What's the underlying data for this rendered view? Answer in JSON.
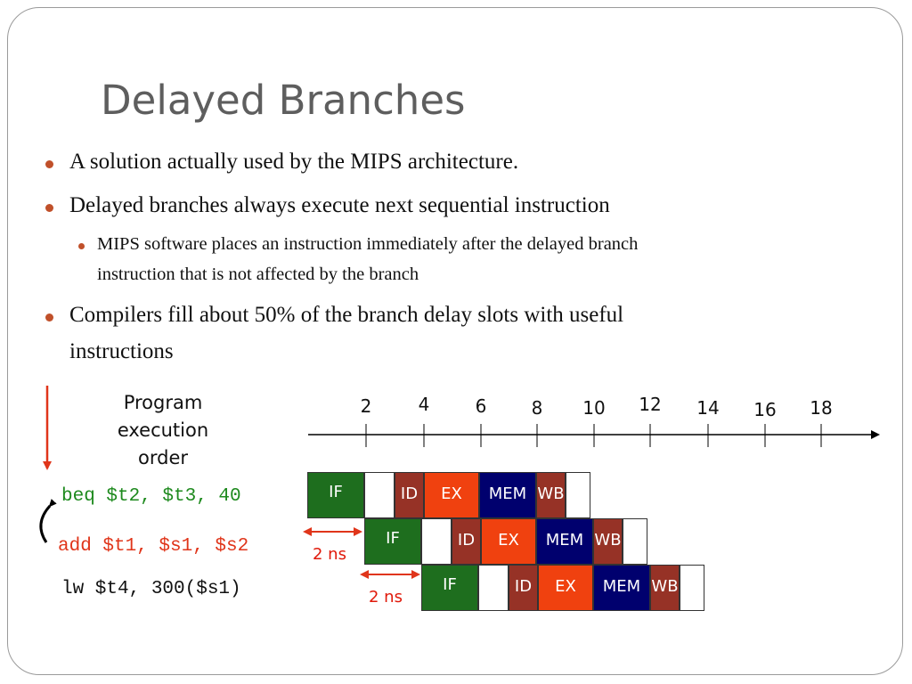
{
  "title": "Delayed Branches",
  "bullets": [
    {
      "text": "A solution actually used by the MIPS architecture."
    },
    {
      "text": "Delayed branches always execute next sequential instruction"
    },
    {
      "text_line1": "MIPS software places an instruction immediately after the delayed branch",
      "text_line2": "instruction that is not affected by the branch"
    },
    {
      "text_line1": "Compilers fill about 50% of the branch delay slots with useful",
      "text_line2": "instructions"
    }
  ],
  "order_label": {
    "line1": "Program",
    "line2": "execution",
    "line3": "order"
  },
  "instructions": [
    {
      "text": "beq $t2, $t3, 40",
      "color": "#1e8a1e"
    },
    {
      "text": "add $t1, $s1, $s2",
      "color": "#e0351a"
    },
    {
      "text": "lw $t4, 300($s1)",
      "color": "#111111"
    }
  ],
  "timeline": {
    "ticks": [
      "2",
      "4",
      "6",
      "8",
      "10",
      "12",
      "14",
      "16",
      "18"
    ]
  },
  "stages": {
    "if_label": "IF",
    "id_label": "ID",
    "ex_label": "EX",
    "mem_label": "MEM",
    "wb_label": "WB"
  },
  "delays": [
    "2 ns",
    "2 ns"
  ],
  "colors": {
    "if": "#1e6e1e",
    "id": "#963226",
    "ex": "#f0410f",
    "mem": "#00006e",
    "wb": "#963226",
    "arrow": "#e0351a",
    "bullet": "#c0502a"
  }
}
